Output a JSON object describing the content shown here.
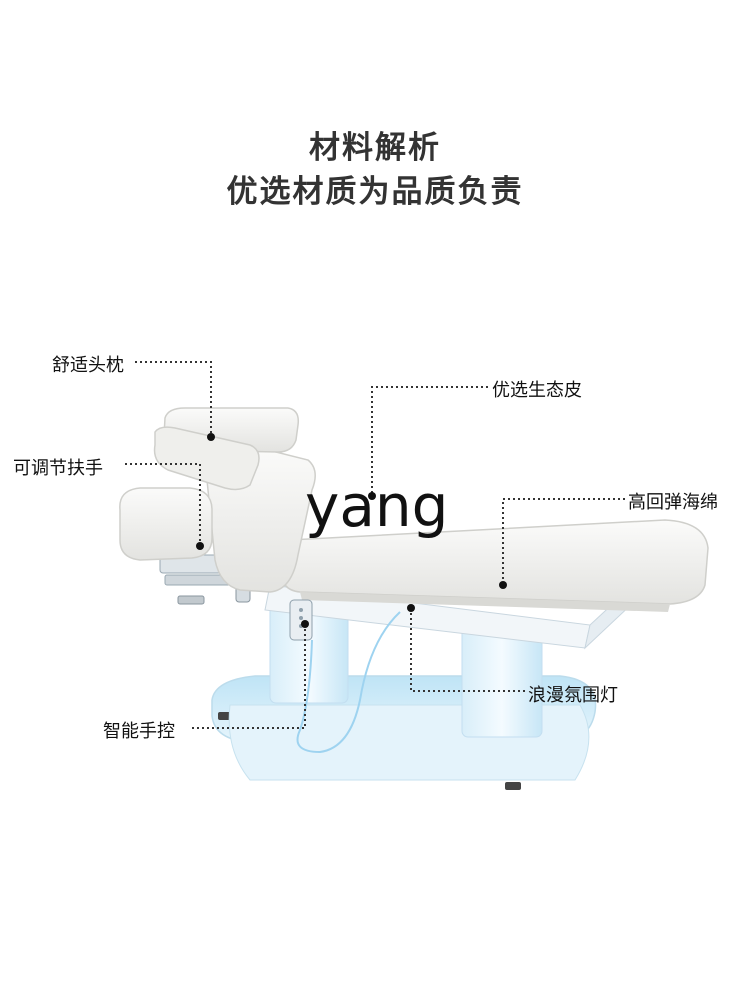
{
  "heading": {
    "line1": "材料解析",
    "line2": "优选材质为品质负责"
  },
  "callouts": [
    {
      "id": "headrest",
      "text": "舒适头枕"
    },
    {
      "id": "armrest",
      "text": "可调节扶手"
    },
    {
      "id": "leather",
      "text": "优选生态皮"
    },
    {
      "id": "sponge",
      "text": "高回弹海绵"
    },
    {
      "id": "light",
      "text": "浪漫氛围灯"
    },
    {
      "id": "remote",
      "text": "智能手控"
    }
  ],
  "watermark": "yang",
  "colors": {
    "cushion": "#f4f4f2",
    "frame": "#eef4f8",
    "glow": "#cfeaf7",
    "callout_line": "#333333"
  }
}
